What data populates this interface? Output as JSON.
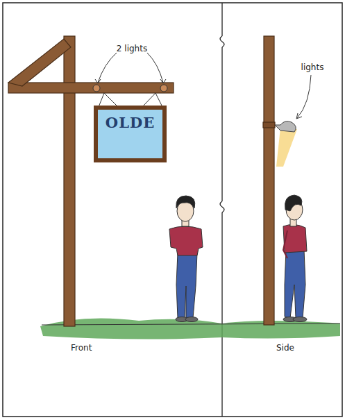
{
  "diagram": {
    "nodes": [
      {
        "text": [
          "OLDE"
        ]
      }
    ],
    "labels": [
      "2 lights",
      "lights",
      "Front",
      "Side"
    ]
  }
}
